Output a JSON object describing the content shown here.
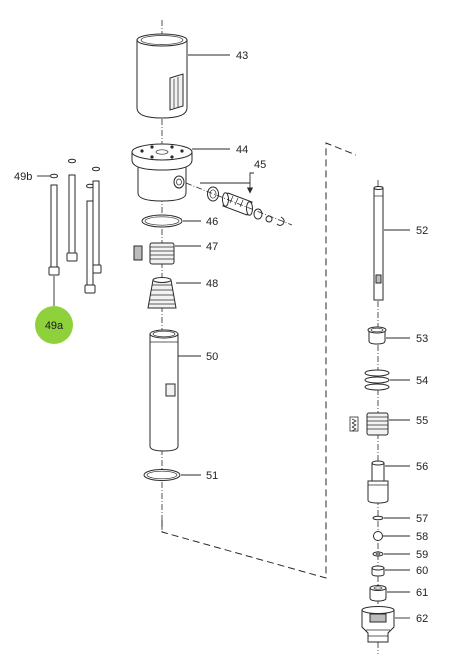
{
  "diagram": {
    "accent_color": "#8ed13a",
    "line_color": "#2a2a2a",
    "labels": {
      "p43": "43",
      "p44": "44",
      "p45": "45",
      "p46": "46",
      "p47": "47",
      "p48": "48",
      "p49a": "49a",
      "p49b": "49b",
      "p50": "50",
      "p51": "51",
      "p52": "52",
      "p53": "53",
      "p54": "54",
      "p55": "55",
      "p56": "56",
      "p57": "57",
      "p58": "58",
      "p59": "59",
      "p60": "60",
      "p61": "61",
      "p62": "62"
    }
  }
}
